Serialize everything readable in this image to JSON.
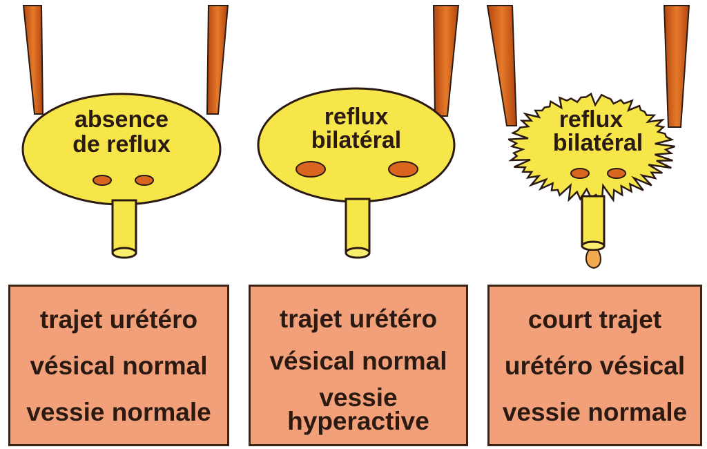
{
  "panels": [
    {
      "bladder_label": [
        "absence",
        "de reflux"
      ],
      "box_lines": [
        "trajet urétéro",
        "vésical normal",
        "vessie normale"
      ]
    },
    {
      "bladder_label": [
        "reflux",
        "bilatéral"
      ],
      "box_lines": [
        "trajet urétéro",
        "vésical normal",
        "vessie",
        "hyperactive"
      ]
    },
    {
      "bladder_label": [
        "reflux",
        "bilatéral"
      ],
      "box_lines": [
        "court trajet",
        "urétéro vésical",
        "vessie normale"
      ]
    }
  ],
  "colors": {
    "bladder": "#f7e64a",
    "ureter": "#d9651f",
    "orifice": "#d9651f",
    "box": "#f2a07a",
    "outline": "#2a1a12"
  }
}
